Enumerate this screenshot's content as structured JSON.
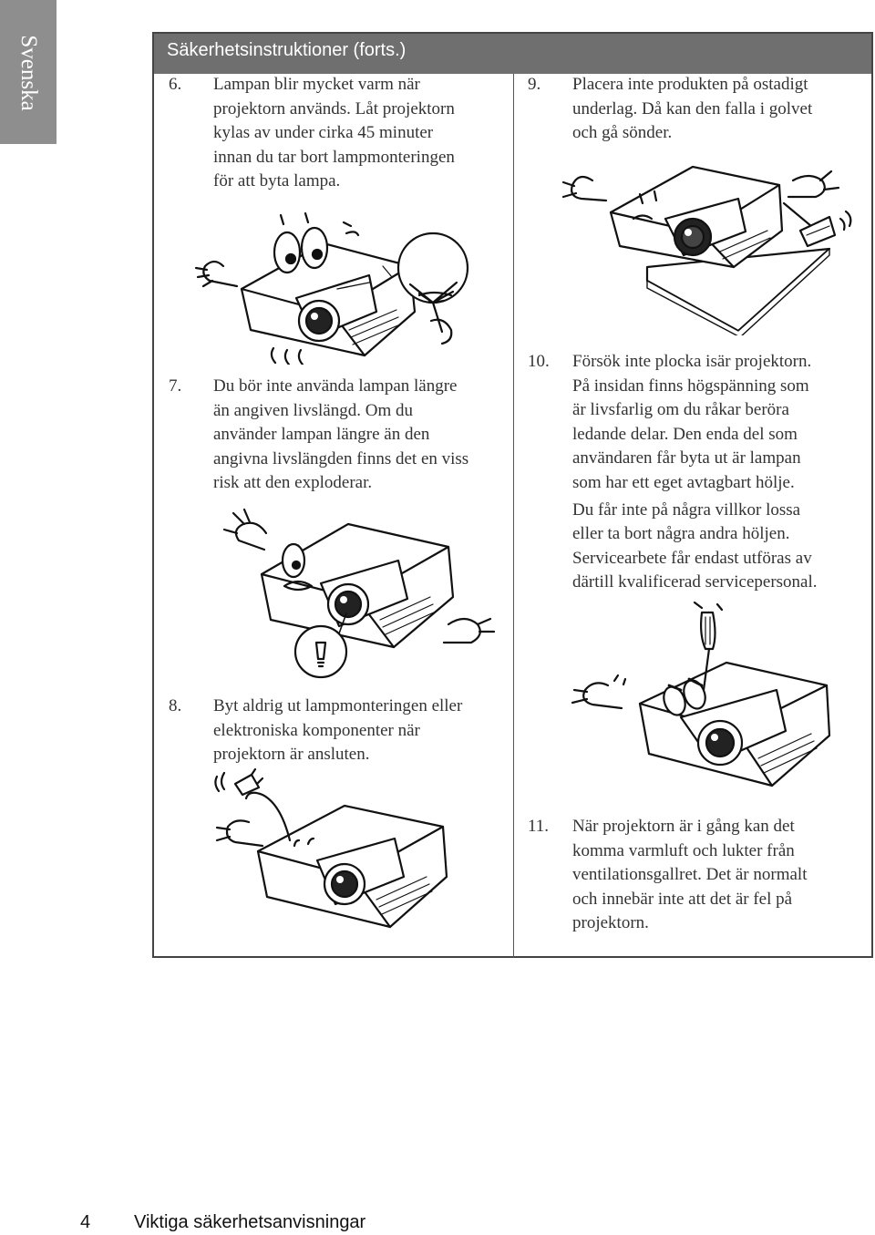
{
  "side_tab": "Svenska",
  "section_title": "Säkerhetsinstruktioner (forts.)",
  "items": [
    {
      "num": "6.",
      "lines": [
        "Lampan blir mycket varm när",
        "projektorn används. Låt projektorn",
        "kylas av under cirka 45 minuter",
        "innan du tar bort lampmonteringen",
        "för att byta lampa."
      ]
    },
    {
      "num": "7.",
      "lines": [
        "Du bör inte använda lampan längre",
        "än angiven livslängd. Om du",
        "använder lampan längre än den",
        "angivna livslängden finns det en viss",
        "risk att den exploderar."
      ]
    },
    {
      "num": "8.",
      "lines": [
        "Byt aldrig ut lampmonteringen eller",
        "elektroniska komponenter när",
        "projektorn är ansluten."
      ]
    },
    {
      "num": "9.",
      "lines": [
        "Placera inte produkten på ostadigt",
        "underlag. Då kan den falla i golvet",
        "och gå sönder."
      ]
    },
    {
      "num": "10.",
      "lines": [
        "Försök inte plocka isär projektorn.",
        "På insidan finns högspänning som",
        "är livsfarlig om du råkar beröra",
        "ledande delar. Den enda del som",
        "användaren får byta ut är lampan",
        "som har ett eget avtagbart hölje."
      ],
      "extra_lines": [
        "Du får inte på några villkor lossa",
        "eller ta bort några andra höljen.",
        "Servicearbete får endast utföras av",
        "därtill kvalificerad servicepersonal."
      ]
    },
    {
      "num": "11.",
      "lines": [
        "När projektorn är i gång kan det",
        "komma varmluft och lukter från",
        "ventilationsgallret. Det är normalt",
        "och innebär inte att det är fel på",
        "projektorn."
      ]
    }
  ],
  "illustrations": [
    {
      "name": "hot-projector-fan-illustration",
      "icon": "projector-with-fan-icon"
    },
    {
      "name": "lamp-explosion-illustration",
      "icon": "projector-with-lamp-icon"
    },
    {
      "name": "unplug-projector-illustration",
      "icon": "projector-with-plug-icon"
    },
    {
      "name": "unstable-surface-illustration",
      "icon": "projector-on-unstable-surface-icon"
    },
    {
      "name": "screwdriver-projector-illustration",
      "icon": "projector-with-screwdriver-icon"
    }
  ],
  "footer": {
    "page_number": "4",
    "title": "Viktiga säkerhetsanvisningar"
  }
}
